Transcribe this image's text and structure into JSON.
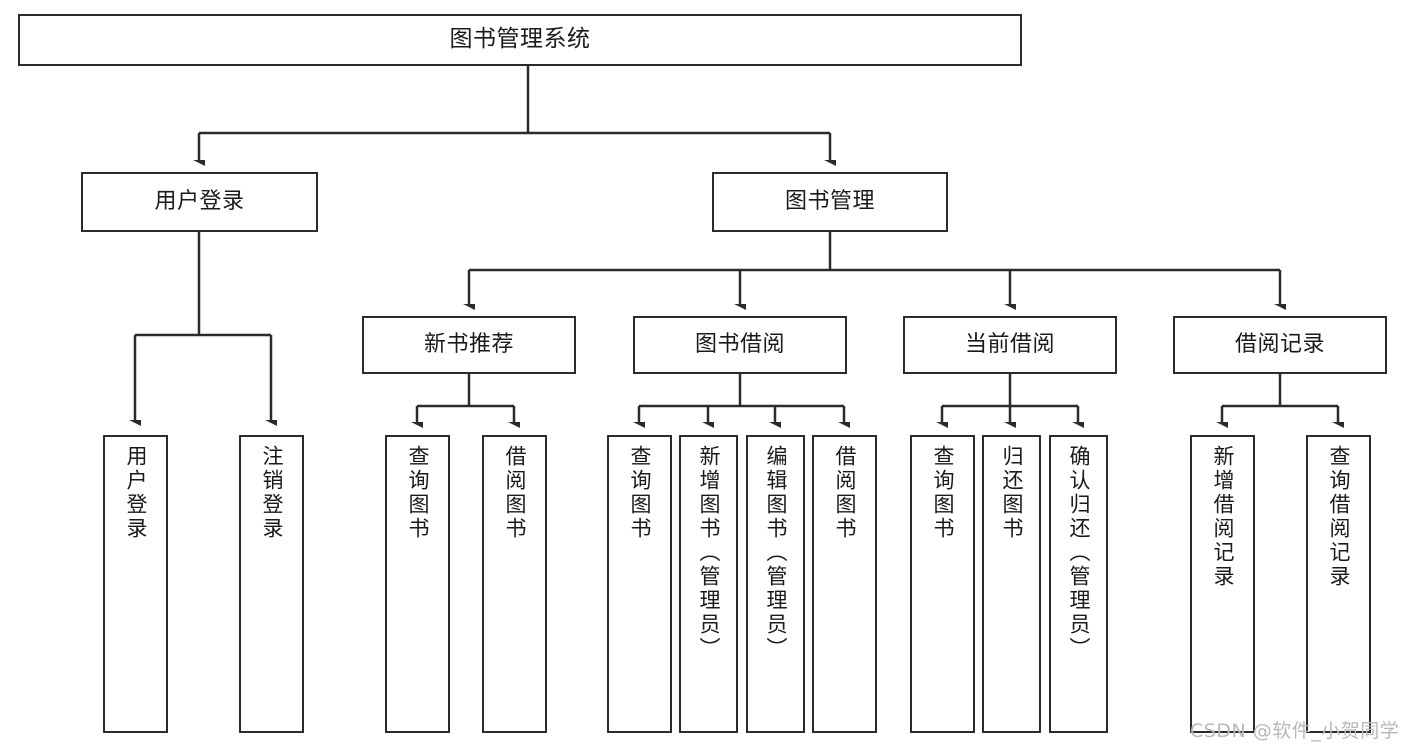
{
  "diagram": {
    "title": "图书管理系统",
    "type": "tree",
    "background": "#ffffff",
    "line_color": "#2b2b2b",
    "text_color": "#1a1a1a",
    "nodes": {
      "root": {
        "label": "图书管理系统"
      },
      "l2": [
        {
          "id": "user-login",
          "label": "用户登录"
        },
        {
          "id": "book-manage",
          "label": "图书管理"
        }
      ],
      "l3": [
        {
          "id": "new-book-recommend",
          "label": "新书推荐"
        },
        {
          "id": "book-borrow",
          "label": "图书借阅"
        },
        {
          "id": "current-borrow",
          "label": "当前借阅"
        },
        {
          "id": "borrow-record",
          "label": "借阅记录"
        }
      ],
      "leaves": [
        {
          "id": "leaf-user-login",
          "label": "用户登录"
        },
        {
          "id": "leaf-logout-login",
          "label": "注销登录"
        },
        {
          "id": "leaf-query-book-1",
          "label": "查询图书"
        },
        {
          "id": "leaf-borrow-book-1",
          "label": "借阅图书"
        },
        {
          "id": "leaf-query-book-2",
          "label": "查询图书"
        },
        {
          "id": "leaf-add-book",
          "label": "新增图书（管理员）"
        },
        {
          "id": "leaf-edit-book",
          "label": "编辑图书（管理员）"
        },
        {
          "id": "leaf-borrow-book-2",
          "label": "借阅图书"
        },
        {
          "id": "leaf-query-book-3",
          "label": "查询图书"
        },
        {
          "id": "leaf-return-book",
          "label": "归还图书"
        },
        {
          "id": "leaf-confirm-return",
          "label": "确认归还（管理员）"
        },
        {
          "id": "leaf-add-borrow-record",
          "label": "新增借阅记录"
        },
        {
          "id": "leaf-query-borrow-record",
          "label": "查询借阅记录"
        }
      ]
    },
    "watermark": "CSDN @软件_小贺同学"
  }
}
